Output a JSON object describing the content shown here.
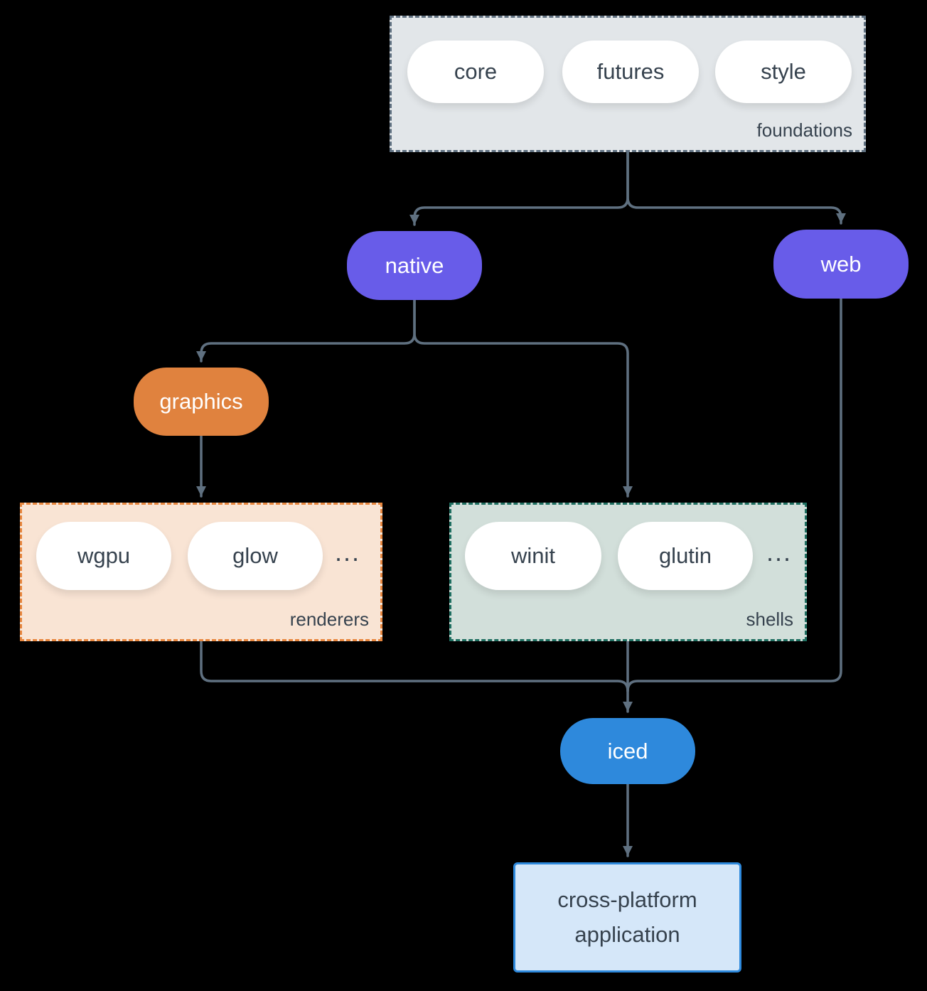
{
  "palette": {
    "background": "#000000",
    "edge": "#5f7080",
    "text_dark": "#36424e",
    "text_light": "#ffffff"
  },
  "groups": {
    "foundations": {
      "label": "foundations",
      "fill": "#e2e6e9",
      "border": "#5f7080",
      "items": [
        "core",
        "futures",
        "style"
      ]
    },
    "renderers": {
      "label": "renderers",
      "fill": "#f9e4d4",
      "border": "#e8873f",
      "items": [
        "wgpu",
        "glow"
      ],
      "ellipsis": "..."
    },
    "shells": {
      "label": "shells",
      "fill": "#d2dfda",
      "border": "#1f6f61",
      "items": [
        "winit",
        "glutin"
      ],
      "ellipsis": "..."
    }
  },
  "nodes": {
    "native": {
      "label": "native",
      "fill": "#685ce9"
    },
    "web": {
      "label": "web",
      "fill": "#685ce9"
    },
    "graphics": {
      "label": "graphics",
      "fill": "#e0823e"
    },
    "iced": {
      "label": "iced",
      "fill": "#2e89dc"
    },
    "application": {
      "label": "cross-platform application",
      "fill": "#d5e7f9",
      "border": "#2e89dc"
    }
  }
}
